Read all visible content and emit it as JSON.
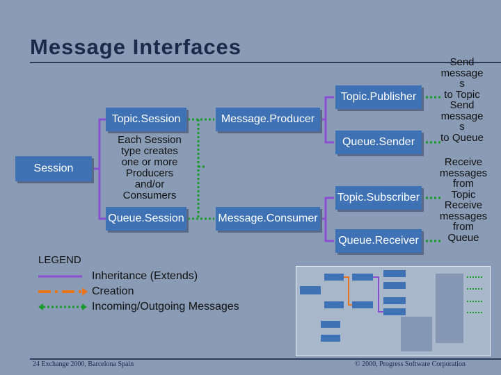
{
  "title": "Message Interfaces",
  "boxes": {
    "session": "Session",
    "topic_session": "Topic.Session",
    "queue_session": "Queue.Session",
    "message_producer": "Message.Producer",
    "message_consumer": "Message.Consumer",
    "topic_publisher": "Topic.Publisher",
    "queue_sender": "Queue.Sender",
    "topic_subscriber": "Topic.Subscriber",
    "queue_receiver": "Queue.Receiver"
  },
  "note": [
    "Each Session",
    "type creates",
    "one or more",
    "Producers",
    "and/or",
    "Consumers"
  ],
  "side_notes": {
    "send_topic": [
      "Send",
      "message",
      "s",
      "to Topic"
    ],
    "send_queue": [
      "Send",
      "message",
      "s",
      "to Queue"
    ],
    "receive_topic": [
      "Receive",
      "messages",
      "from",
      "Topic"
    ],
    "receive_queue": [
      "Receive",
      "messages",
      "from",
      "Queue"
    ]
  },
  "legend": {
    "title": "LEGEND",
    "items": [
      "Inheritance (Extends)",
      "Creation",
      "Incoming/Outgoing Messages"
    ]
  },
  "colors": {
    "background": "#8a9bb5",
    "box": "#3f72b4",
    "inheritance": "#8a4fd0",
    "creation": "#e8731a",
    "messages": "#1a9a2a"
  },
  "footer": {
    "left": "24   Exchange 2000, Barcelona Spain",
    "right": "© 2000, Progress Software Corporation"
  }
}
